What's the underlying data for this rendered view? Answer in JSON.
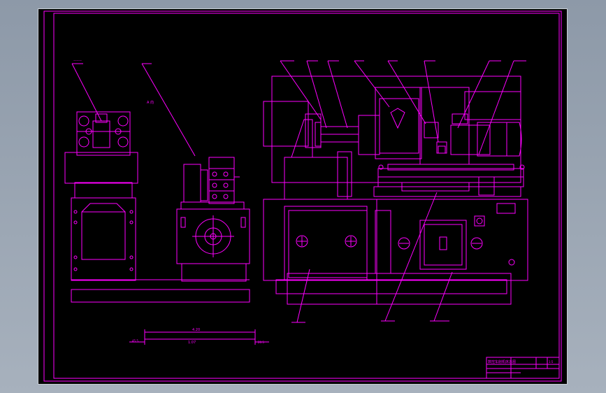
{
  "drawing": {
    "view_label": "A 向",
    "dim_overall": "4.20",
    "dim_inner": "1.07",
    "dim_left": "45.5",
    "dim_right": "20.5",
    "title_block_name": "数控车削机床总图",
    "title_block_no": "1:5"
  },
  "colors": {
    "sheet": "#000000",
    "lines": "#ff00ff",
    "backdrop": "#9aa5b3"
  }
}
